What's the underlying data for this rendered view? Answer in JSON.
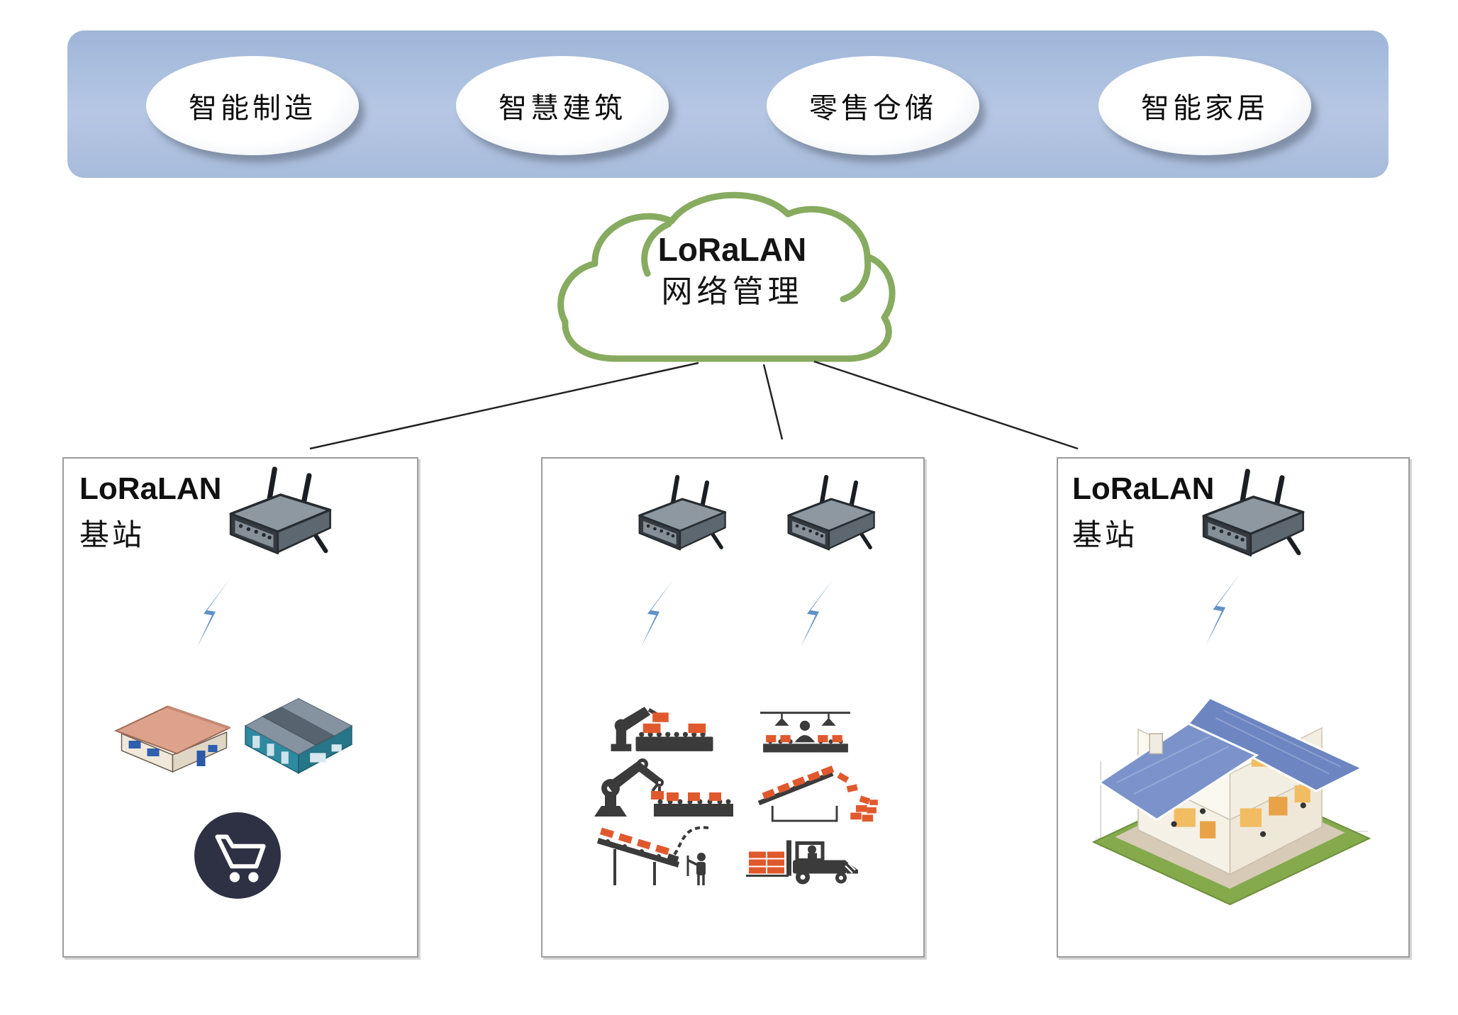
{
  "banner": {
    "items": [
      {
        "label": "智能制造"
      },
      {
        "label": "智慧建筑"
      },
      {
        "label": "零售仓储"
      },
      {
        "label": "智能家居"
      }
    ]
  },
  "cloud": {
    "line1": "LoRaLAN",
    "line2": "网络管理"
  },
  "zones": {
    "left": {
      "title_line1": "LoRaLAN",
      "title_line2": "基站",
      "icons": [
        "gateway-router-icon",
        "lightning-link-icon",
        "house-icon",
        "warehouse-icon",
        "shopping-cart-icon"
      ]
    },
    "middle": {
      "icons": [
        "gateway-router-icon",
        "gateway-router-icon",
        "lightning-link-icon",
        "lightning-link-icon",
        "robot-arm-conveyor-icon",
        "assembly-worker-icon",
        "robot-crane-conveyor-icon",
        "incline-conveyor-dump-icon",
        "conveyor-operator-icon",
        "forklift-icon"
      ]
    },
    "right": {
      "title_line1": "LoRaLAN",
      "title_line2": "基站",
      "icons": [
        "gateway-router-icon",
        "lightning-link-icon",
        "smart-home-cutaway-icon"
      ]
    }
  },
  "colors": {
    "banner_blue": "#a9bedd",
    "cloud_green": "#87ab5f",
    "bolt_blue": "#6191c7",
    "icon_dark": "#3b3b3b",
    "icon_orange": "#e0592d",
    "cart_navy": "#2e3144",
    "box_border_gray": "#9c9c9c"
  }
}
